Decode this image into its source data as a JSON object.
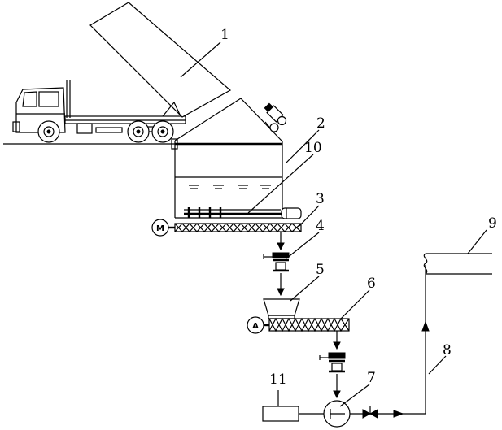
{
  "labels": {
    "tipper_box": "1",
    "tank": "2",
    "conveyor_upper": "3",
    "valve_upper": "4",
    "hopper": "5",
    "conveyor_lower": "6",
    "pump": "7",
    "pipeline": "8",
    "main_pipe": "9",
    "stirrer": "10",
    "control_box": "11"
  },
  "motor_marks": {
    "upper": "M",
    "lower": "A"
  },
  "colors": {
    "line": "#000000",
    "background": "#ffffff"
  }
}
